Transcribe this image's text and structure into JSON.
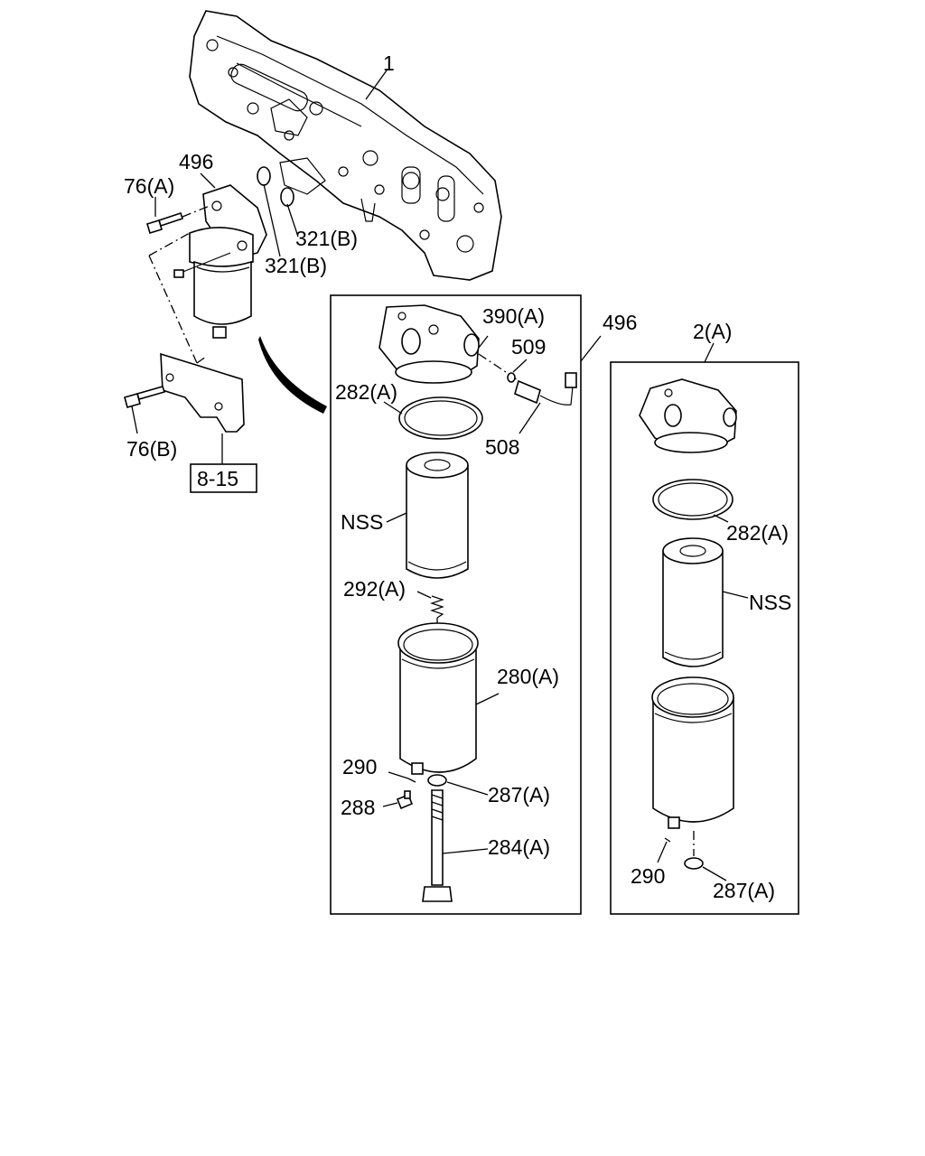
{
  "labels": {
    "p1": "1",
    "p496_top": "496",
    "p76a": "76(A)",
    "p321b_1": "321(B)",
    "p321b_2": "321(B)",
    "p76b": "76(B)",
    "ref815": "8-15",
    "p390a": "390(A)",
    "p496_box": "496",
    "p509": "509",
    "p282a_left": "282(A)",
    "p508": "508",
    "nss_left": "NSS",
    "p292a": "292(A)",
    "p280a": "280(A)",
    "p290_left": "290",
    "p287a_left": "287(A)",
    "p288": "288",
    "p284a": "284(A)",
    "p2a": "2(A)",
    "p282a_right": "282(A)",
    "nss_right": "NSS",
    "p290_right": "290",
    "p287a_right": "287(A)"
  }
}
